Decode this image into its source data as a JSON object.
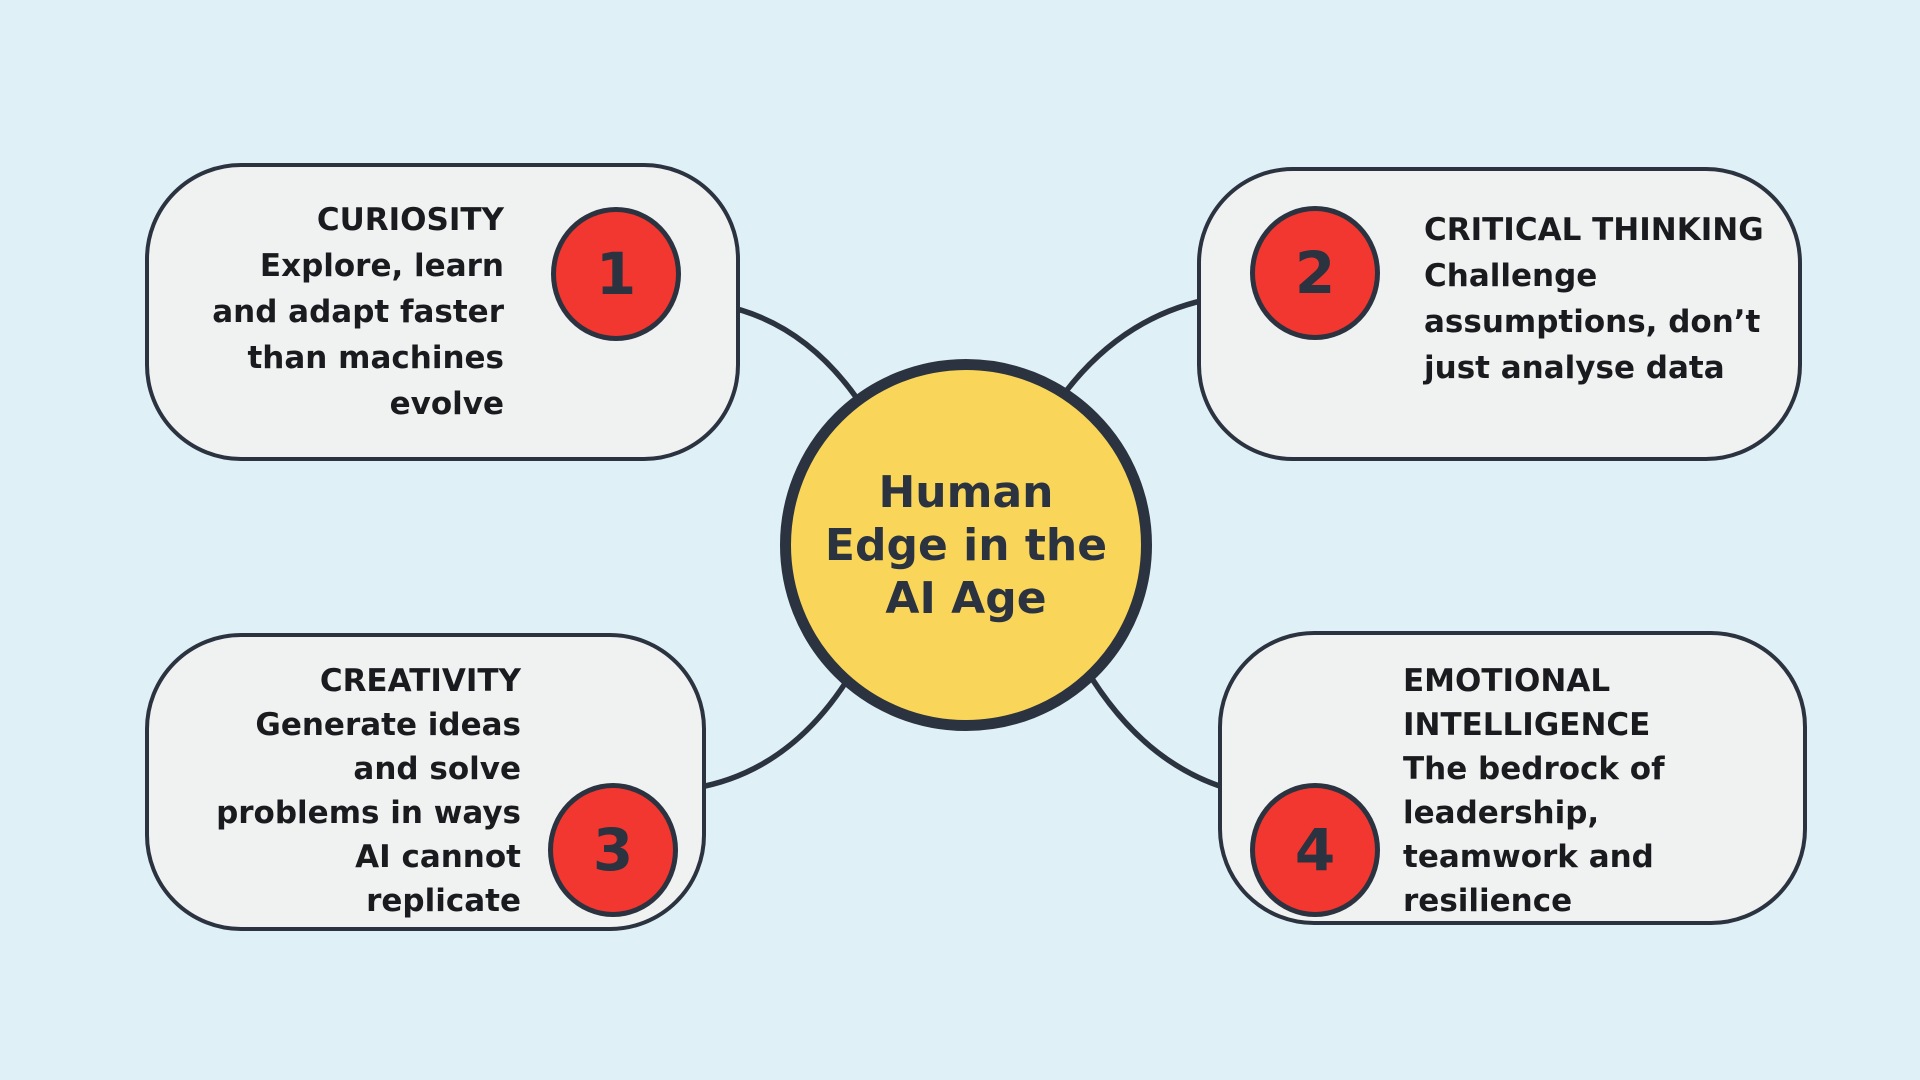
{
  "diagram_title": "Human Edge in the AI Age",
  "colors": {
    "background": "#DFF1F6",
    "card_fill": "#F0F1F1",
    "outline_ink": "#2B3340",
    "badge_red": "#F23630",
    "center_yellow": "#F9D65A",
    "card_text": "#1A1B1E"
  },
  "center": {
    "lines": [
      "Human",
      "Edge in the",
      "AI Age"
    ]
  },
  "cards": [
    {
      "id": "curiosity",
      "number": "1",
      "align": "right",
      "lines": [
        "CURIOSITY",
        "Explore, learn",
        "and adapt faster",
        "than machines",
        "evolve"
      ]
    },
    {
      "id": "critical-thinking",
      "number": "2",
      "align": "left",
      "lines": [
        "CRITICAL THINKING",
        "Challenge",
        "assumptions, don’t",
        "just analyse data"
      ]
    },
    {
      "id": "creativity",
      "number": "3",
      "align": "right",
      "lines": [
        "CREATIVITY",
        "Generate ideas",
        "and solve",
        "problems in ways",
        "AI cannot",
        "replicate"
      ]
    },
    {
      "id": "emotional-intelligence",
      "number": "4",
      "align": "left",
      "lines": [
        "EMOTIONAL",
        "INTELLIGENCE",
        "The bedrock of",
        "leadership,",
        "teamwork and",
        "resilience"
      ]
    }
  ]
}
